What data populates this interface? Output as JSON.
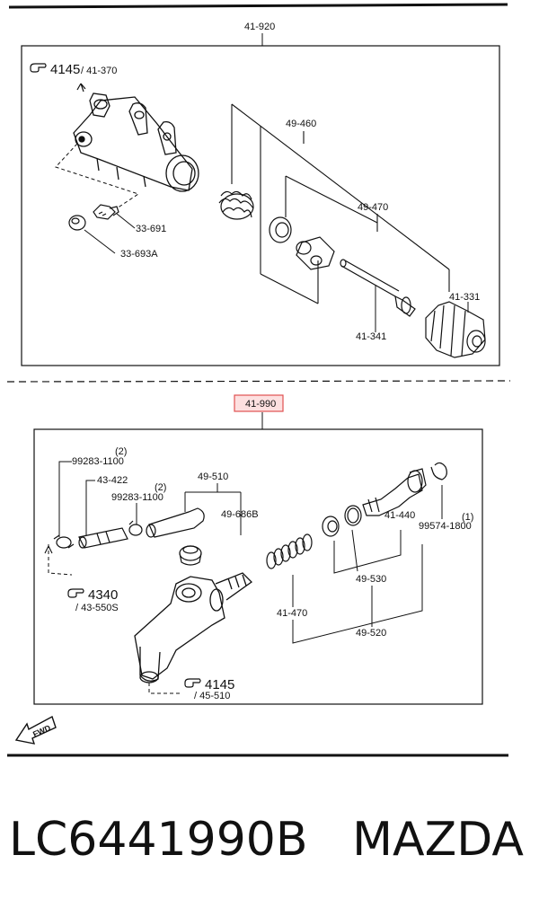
{
  "top_panel": {
    "assembly_label": "41-920",
    "ref_number": "4145",
    "ref_sub": "/ 41-370",
    "labels": {
      "kit_49_460": "49-460",
      "kit_49_470": "49-470",
      "bleeder_33_691": "33-691",
      "cap_33_693a": "33-693A",
      "pushrod_41_341": "41-341",
      "boot_41_331": "41-331"
    }
  },
  "bottom_panel": {
    "assembly_label": "41-990",
    "labels": {
      "clip_99283_top": "99283-1100",
      "qty_top": "(2)",
      "hose_43_422": "43-422",
      "clip_99283_mid": "99283-1100",
      "qty_mid": "(2)",
      "tube_49_510": "49-510",
      "seat_49_686b": "49-686B",
      "piston_41_440": "41-440",
      "snap_ring": "99574-1800",
      "qty_snap": "(1)",
      "kit_49_530": "49-530",
      "spring_41_470": "41-470",
      "kit_49_520": "49-520"
    },
    "ref_a_number": "4340",
    "ref_a_sub": "/ 43-550S",
    "ref_b_number": "4145",
    "ref_b_sub": "/ 45-510",
    "fwd_label": "FWD"
  },
  "footer": {
    "part_number": "LC6441990B",
    "brand": "MAZDA"
  },
  "colors": {
    "line": "#111111",
    "highlight_border": "#e05050",
    "highlight_fill": "#fde0e0"
  }
}
